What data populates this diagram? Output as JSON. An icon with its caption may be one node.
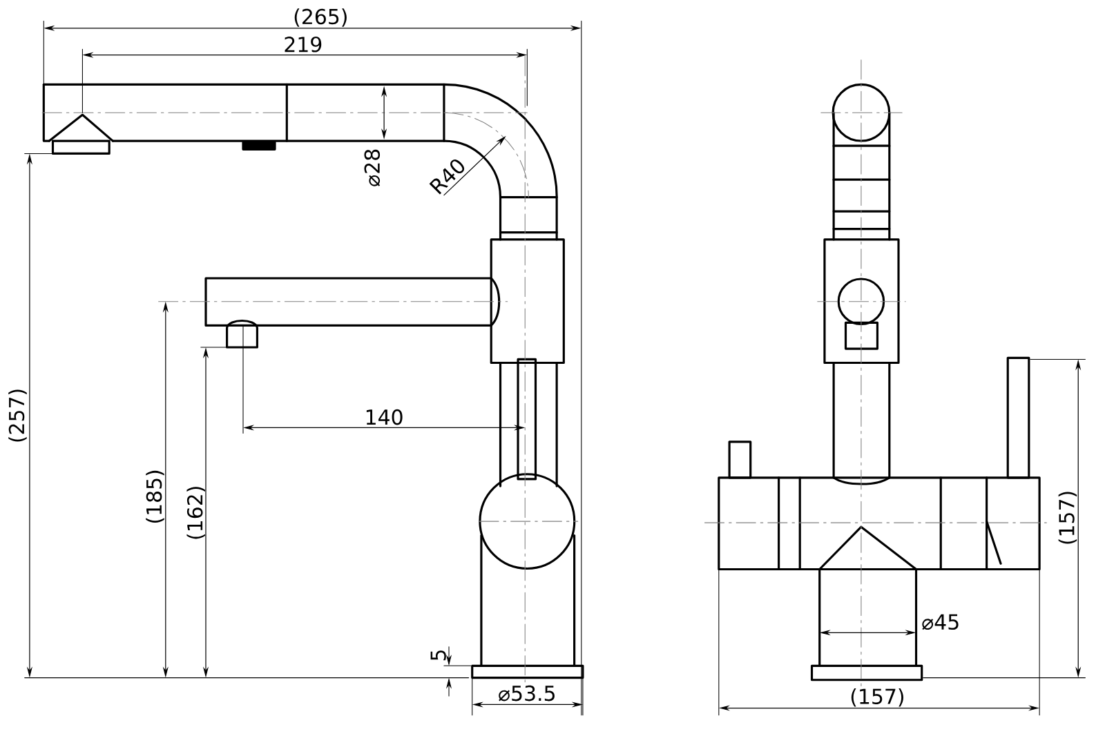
{
  "diagram": {
    "labels": [
      "(265)",
      "219",
      "⌀28",
      "R40",
      "(257)",
      "(185)",
      "(162)",
      "140",
      "5",
      "⌀53.5",
      "(157)",
      "⌀45",
      "(157)"
    ]
  }
}
